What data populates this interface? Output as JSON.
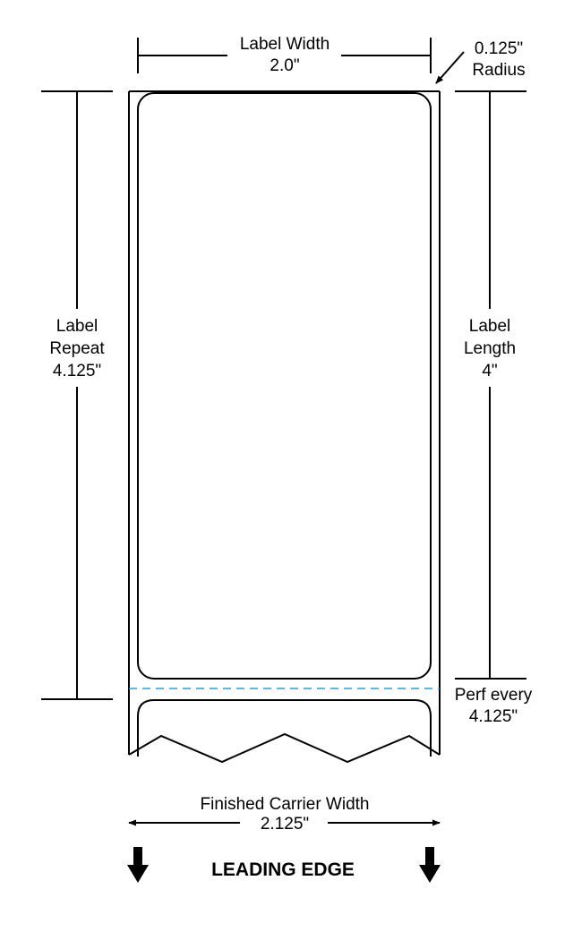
{
  "diagram": {
    "label_width": {
      "line1": "Label Width",
      "line2": "2.0\""
    },
    "radius": {
      "line1": "0.125\"",
      "line2": "Radius"
    },
    "label_repeat": {
      "line1": "Label",
      "line2": "Repeat",
      "line3": "4.125\""
    },
    "label_length": {
      "line1": "Label",
      "line2": "Length",
      "line3": "4\""
    },
    "perf": {
      "line1": "Perf every",
      "line2": "4.125\""
    },
    "carrier_width": {
      "line1": "Finished Carrier Width",
      "line2": "2.125\""
    },
    "leading_edge": "LEADING EDGE",
    "colors": {
      "perforation": "#2a9fd6",
      "line": "#000000"
    },
    "icons": [
      "arrow-down-icon",
      "arrow-down-icon"
    ]
  }
}
